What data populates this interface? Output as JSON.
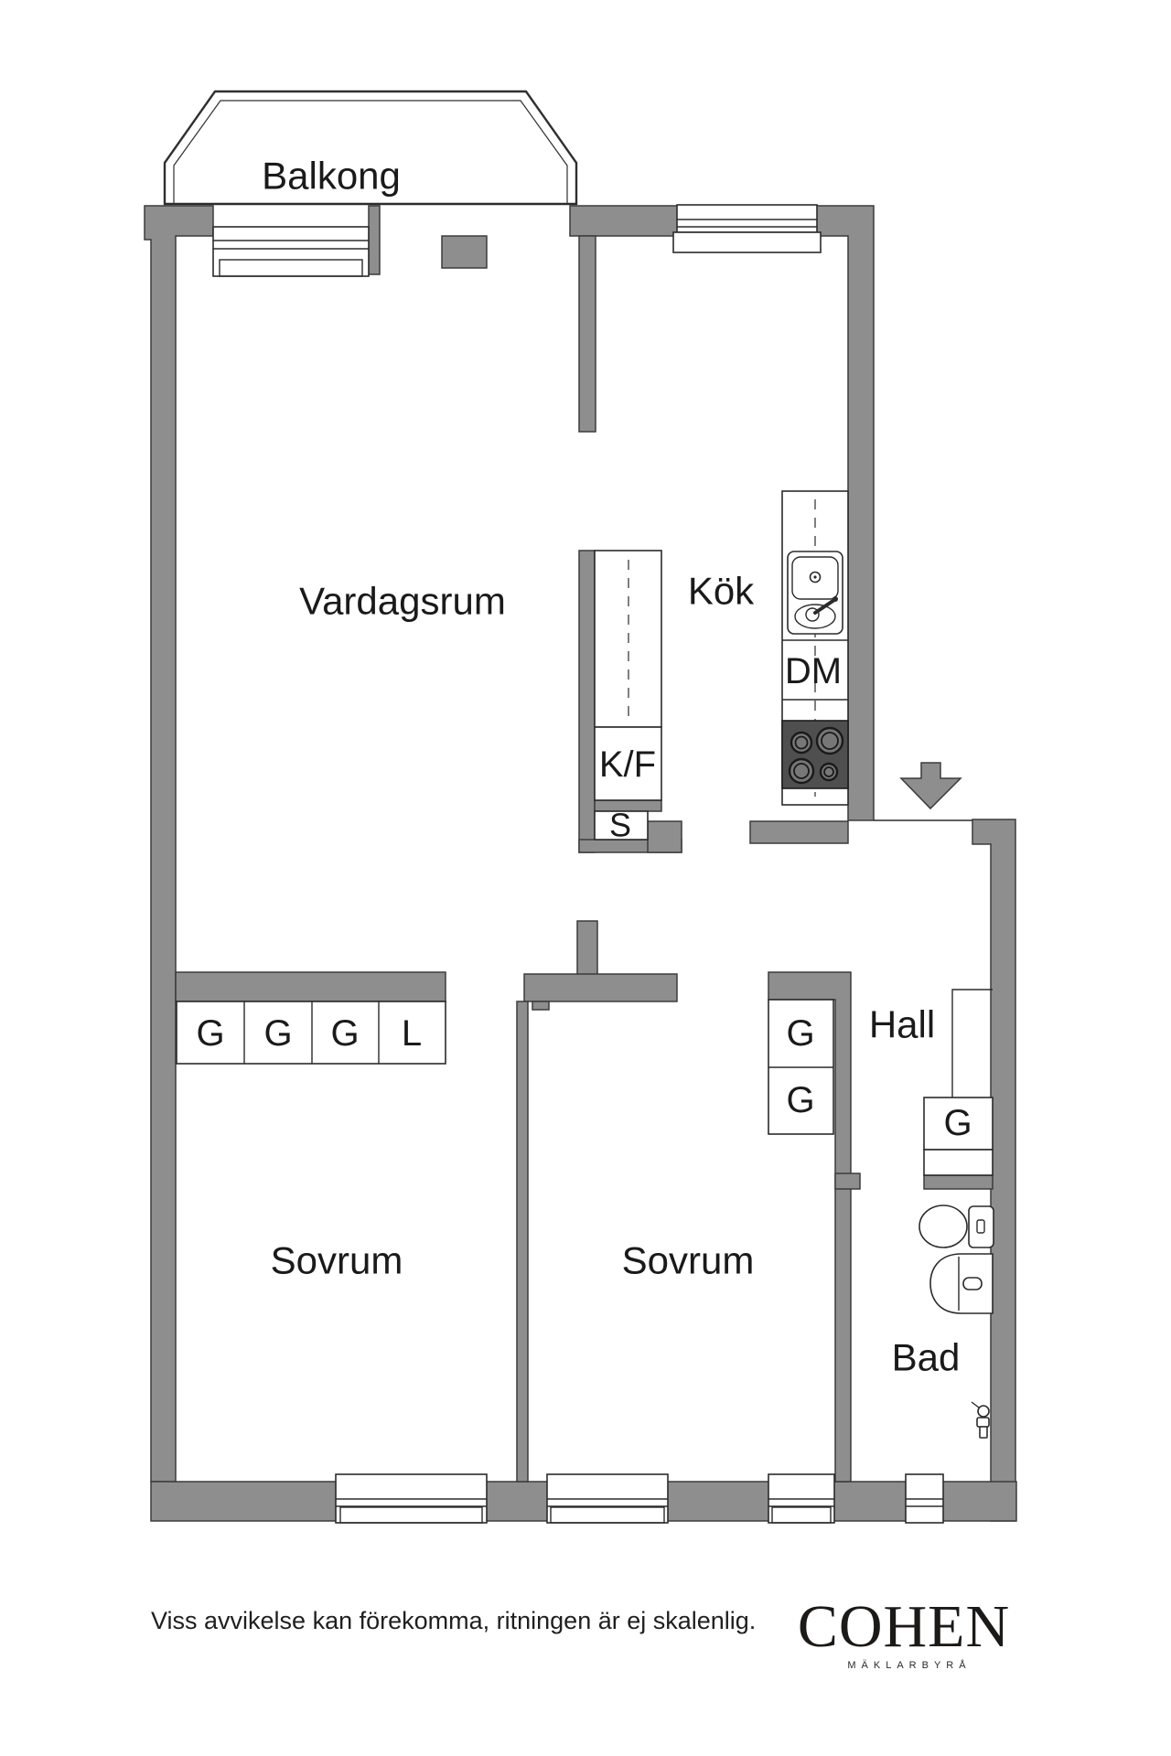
{
  "plan": {
    "rooms": {
      "balcony": {
        "label": "Balkong"
      },
      "living": {
        "label": "Vardagsrum"
      },
      "kitchen": {
        "label": "Kök"
      },
      "bedroom1": {
        "label": "Sovrum"
      },
      "bedroom2": {
        "label": "Sovrum"
      },
      "hall": {
        "label": "Hall"
      },
      "bath": {
        "label": "Bad"
      }
    },
    "fixtures": {
      "dishwasher": "DM",
      "fridge_freezer": "K/F",
      "pantry": "S"
    },
    "wardrobes": {
      "bedroom1_row": [
        "G",
        "G",
        "G",
        "L"
      ],
      "bedroom2_column": [
        "G",
        "G"
      ],
      "hall": [
        "G"
      ]
    },
    "colors": {
      "wall": "#8e8e8e",
      "outline": "#3b3b3b",
      "stove": "#4f4f4f",
      "text": "#1a1a1a",
      "background": "#ffffff"
    }
  },
  "footer": {
    "disclaimer": "Viss avvikelse kan förekomma, ritningen är ej skalenlig.",
    "brand": "COHEN",
    "brand_sub": "MÄKLARBYRÅ"
  }
}
